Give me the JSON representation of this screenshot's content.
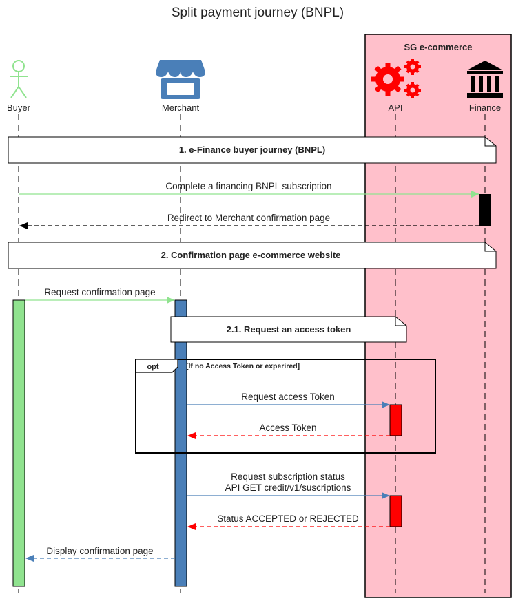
{
  "title": "Split payment journey (BNPL)",
  "group": {
    "label": "SG e-commerce",
    "color": "#ffc0cb"
  },
  "actors": [
    {
      "id": "buyer",
      "label": "Buyer",
      "icon": "stick-figure-icon"
    },
    {
      "id": "merchant",
      "label": "Merchant",
      "icon": "storefront-icon"
    },
    {
      "id": "api",
      "label": "API",
      "icon": "gears-icon"
    },
    {
      "id": "finance",
      "label": "Finance",
      "icon": "bank-icon"
    }
  ],
  "notes": {
    "n1": "1. e-Finance buyer journey (BNPL)",
    "n2": "2. Confirmation page e-commerce website",
    "n3": "2.1. Request an access token"
  },
  "opt": {
    "label": "opt",
    "guard": "[If no Access Token or experired]"
  },
  "messages": {
    "m1": "Complete a financing BNPL subscription",
    "m2": "Redirect to Merchant confirmation page",
    "m3": "Request confirmation page",
    "m4": "Request access Token",
    "m5": "Access Token",
    "m6_line1": "Request subscription status",
    "m6_line2": "API GET credit/v1/suscriptions",
    "m7": "Status ACCEPTED or REJECTED",
    "m8": "Display confirmation page"
  },
  "colors": {
    "buyer": "#90e38f",
    "merchant": "#4a7fb8",
    "api": "#ff0000",
    "finance": "#000000",
    "green_arrow": "#90e38f",
    "blue_arrow": "#4a7fb8",
    "red_arrow": "#ff0000"
  }
}
